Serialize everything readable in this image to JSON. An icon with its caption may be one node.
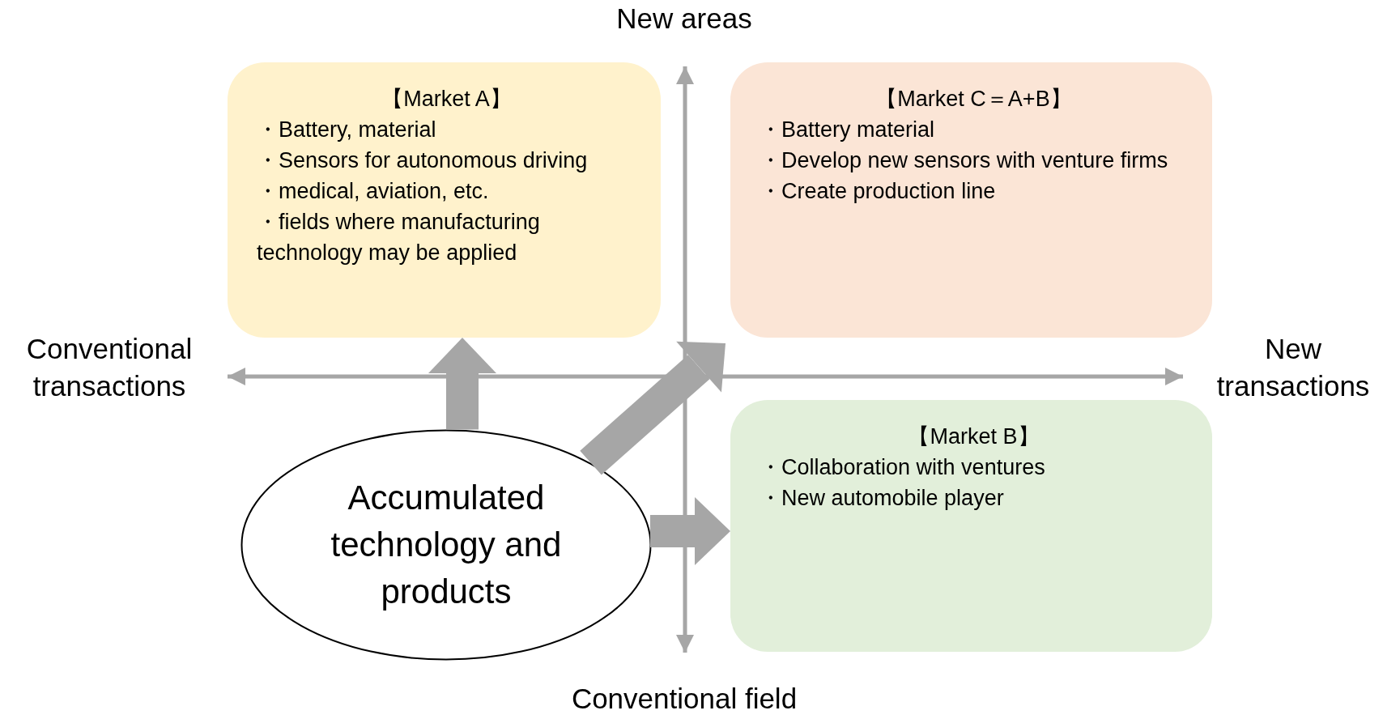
{
  "diagram": {
    "nodes": [
      {
        "text": [
          "【Market A】",
          "・Battery, material",
          "・Sensors for  autonomous driving",
          "・medical, aviation, etc.",
          "・fields where manufacturing technology may be applied"
        ]
      },
      {
        "text": [
          "【Market C＝A+B】",
          "・Battery material",
          "・Develop new sensors with venture firms",
          "・Create production line"
        ]
      },
      {
        "text": [
          "【Market B】",
          "・Collaboration with ventures",
          "・New automobile player"
        ]
      },
      {
        "text": [
          "Accumulated technology and products"
        ]
      }
    ],
    "edges": [
      {
        "from": 3,
        "to": 0,
        "arrow": "to"
      },
      {
        "from": 3,
        "to": 1,
        "arrow": "to"
      },
      {
        "from": 3,
        "to": 2,
        "arrow": "to"
      }
    ],
    "labels": [
      "New areas",
      "Conventional transactions",
      "New transactions",
      "Conventional field"
    ]
  }
}
